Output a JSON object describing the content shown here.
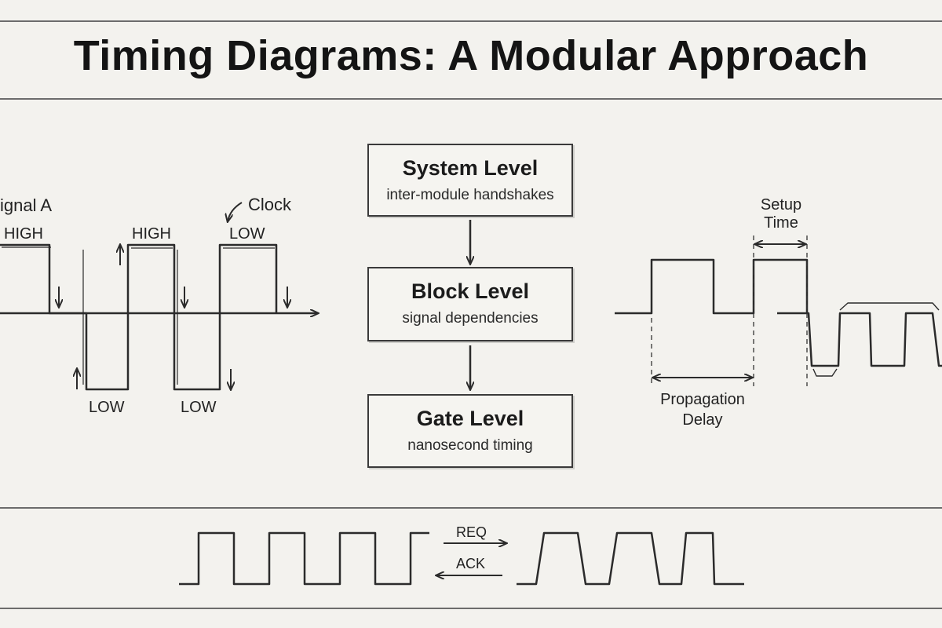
{
  "title": "Timing Diagrams: A Modular Approach",
  "left_panel": {
    "signal_label": "ignal A",
    "clock_label": "Clock",
    "states": {
      "high_1": "HIGH",
      "high_2": "HIGH",
      "low_top": "LOW",
      "low_1": "LOW",
      "low_2": "LOW"
    }
  },
  "hierarchy": [
    {
      "heading": "System Level",
      "sub": "inter-module handshakes"
    },
    {
      "heading": "Block Level",
      "sub": "signal dependencies"
    },
    {
      "heading": "Gate Level",
      "sub": "nanosecond timing"
    }
  ],
  "right_panel": {
    "setup_time": [
      "Setup",
      "Time"
    ],
    "propagation_delay": [
      "Propagation",
      "Delay"
    ]
  },
  "handshake": {
    "req": "REQ",
    "ack": "ACK"
  }
}
